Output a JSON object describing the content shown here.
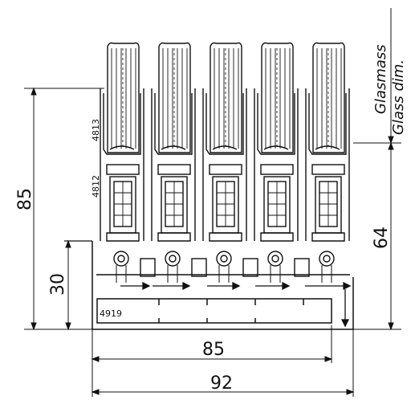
{
  "labels": {
    "glass_de": "Glasmass",
    "glass_en": "Glass dim.",
    "part_top": "4813",
    "part_mid": "4812",
    "part_base": "4919"
  },
  "dimensions": {
    "height_total": "85",
    "height_base": "30",
    "height_glass": "64",
    "width_inner": "85",
    "width_outer": "92"
  },
  "profile_count": 5,
  "colors": {
    "line": "#111111",
    "background": "#ffffff"
  }
}
